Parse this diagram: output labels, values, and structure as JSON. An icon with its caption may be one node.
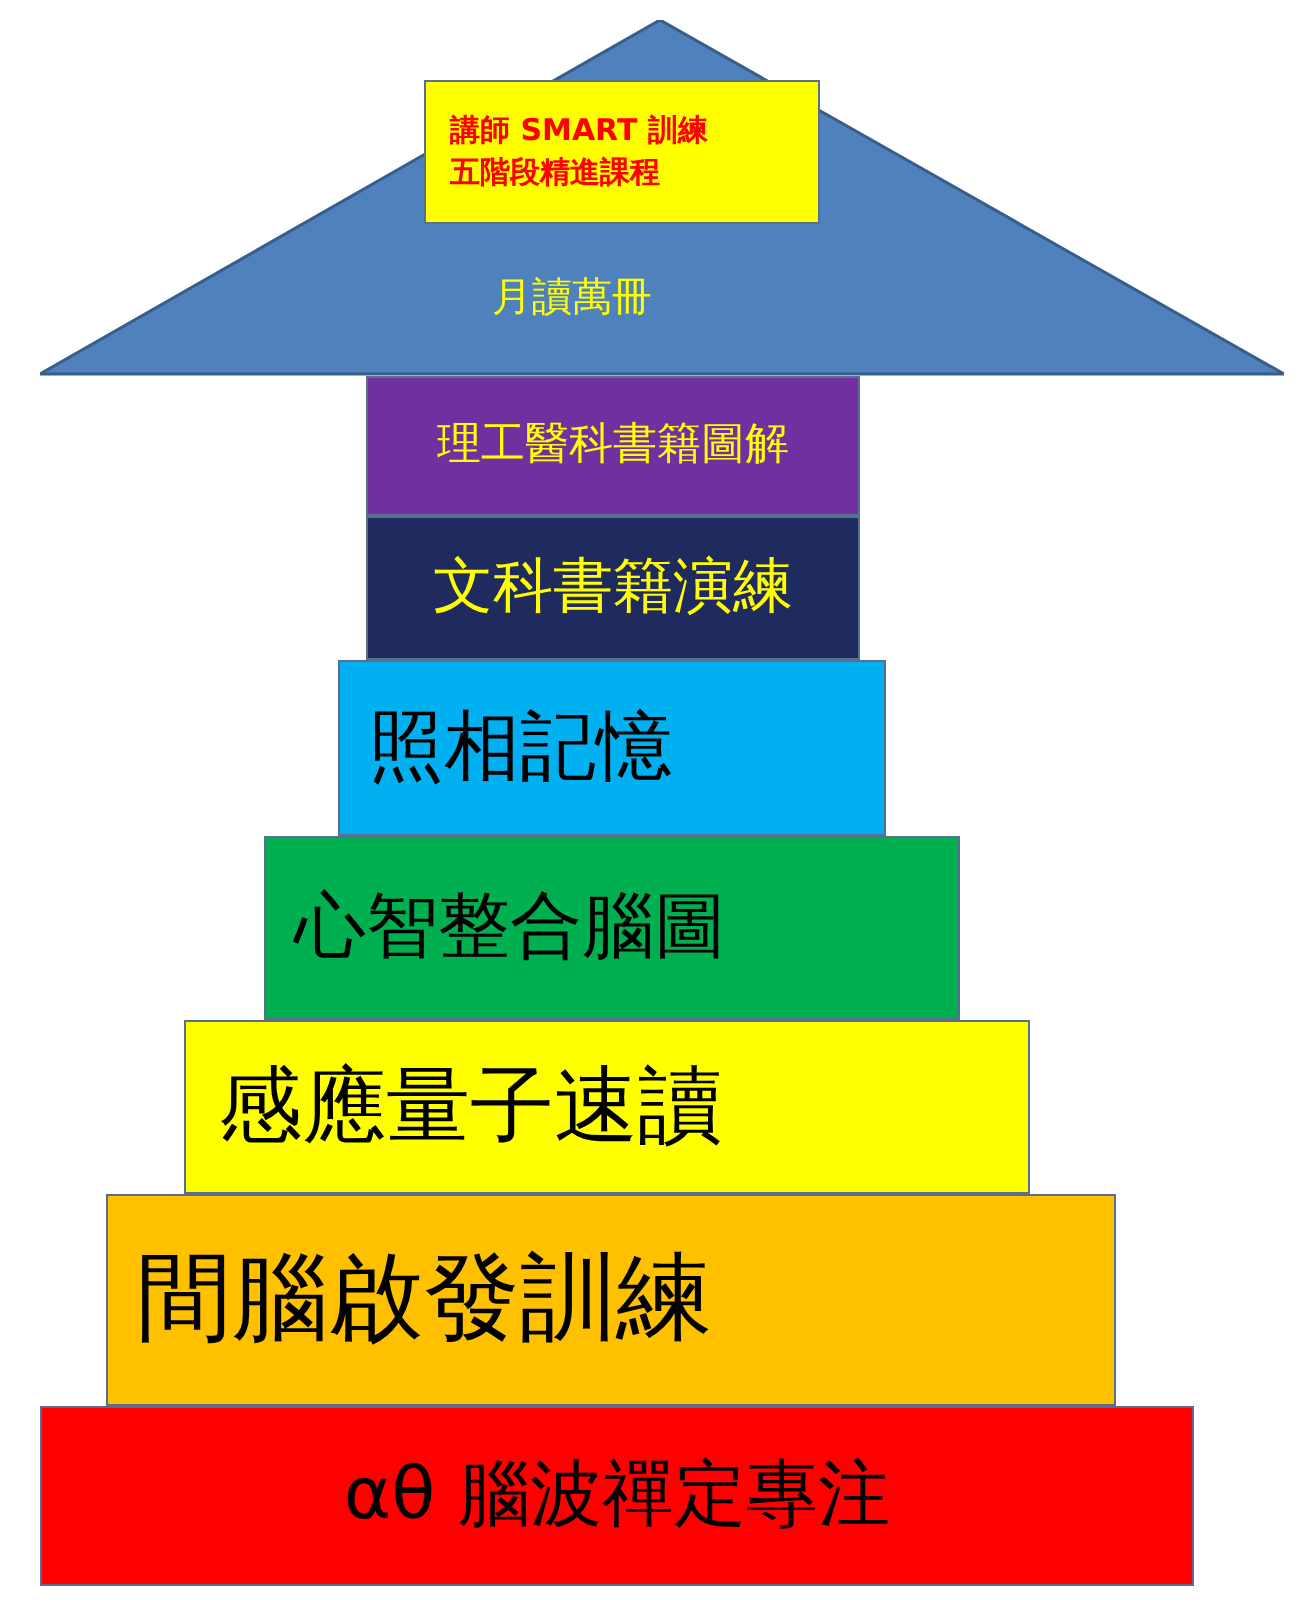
{
  "diagram": {
    "nodes": [
      {
        "text": [
          "月讀萬冊"
        ]
      },
      {
        "text": [
          "講師 SMART 訓練",
          "五階段精進課程"
        ],
        "in": 0
      },
      {
        "text": [
          "理工醫科書籍圖解"
        ]
      },
      {
        "text": [
          "文科書籍演練"
        ]
      },
      {
        "text": [
          "照相記憶"
        ]
      },
      {
        "text": [
          "心智整合腦圖"
        ]
      },
      {
        "text": [
          "感應量子速讀"
        ]
      },
      {
        "text": [
          "間腦啟發訓練"
        ]
      },
      {
        "text": [
          "αθ 腦波禪定專注"
        ]
      }
    ]
  }
}
